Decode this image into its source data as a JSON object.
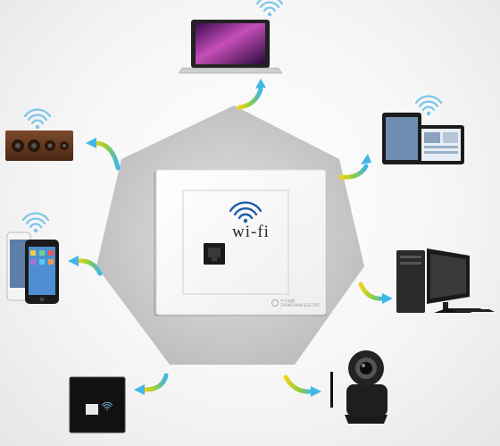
{
  "panel": {
    "wifi_text": "wi-fi",
    "brand_text": "中万电器",
    "brand_subtext": "ZHONGWAN ELECTRIC"
  },
  "devices": [
    {
      "name": "laptop",
      "icon": "laptop-icon",
      "has_wifi": true
    },
    {
      "name": "tablets",
      "icon": "tablet-icon",
      "has_wifi": true
    },
    {
      "name": "desktop-pc",
      "icon": "desktop-computer-icon",
      "has_wifi": false
    },
    {
      "name": "ip-camera",
      "icon": "camera-icon",
      "has_wifi": false
    },
    {
      "name": "wall-switch",
      "icon": "wall-switch-icon",
      "has_wifi": false
    },
    {
      "name": "smartphones",
      "icon": "phone-icon",
      "has_wifi": true
    },
    {
      "name": "speaker",
      "icon": "speaker-icon",
      "has_wifi": true
    }
  ],
  "colors": {
    "heptagon": "#c8c8c8",
    "wifi_blue": "#1e5ca8",
    "arrow_yellow": "#f2d21a",
    "arrow_green": "#8fcf3a",
    "arrow_cyan": "#3fb6e8"
  }
}
